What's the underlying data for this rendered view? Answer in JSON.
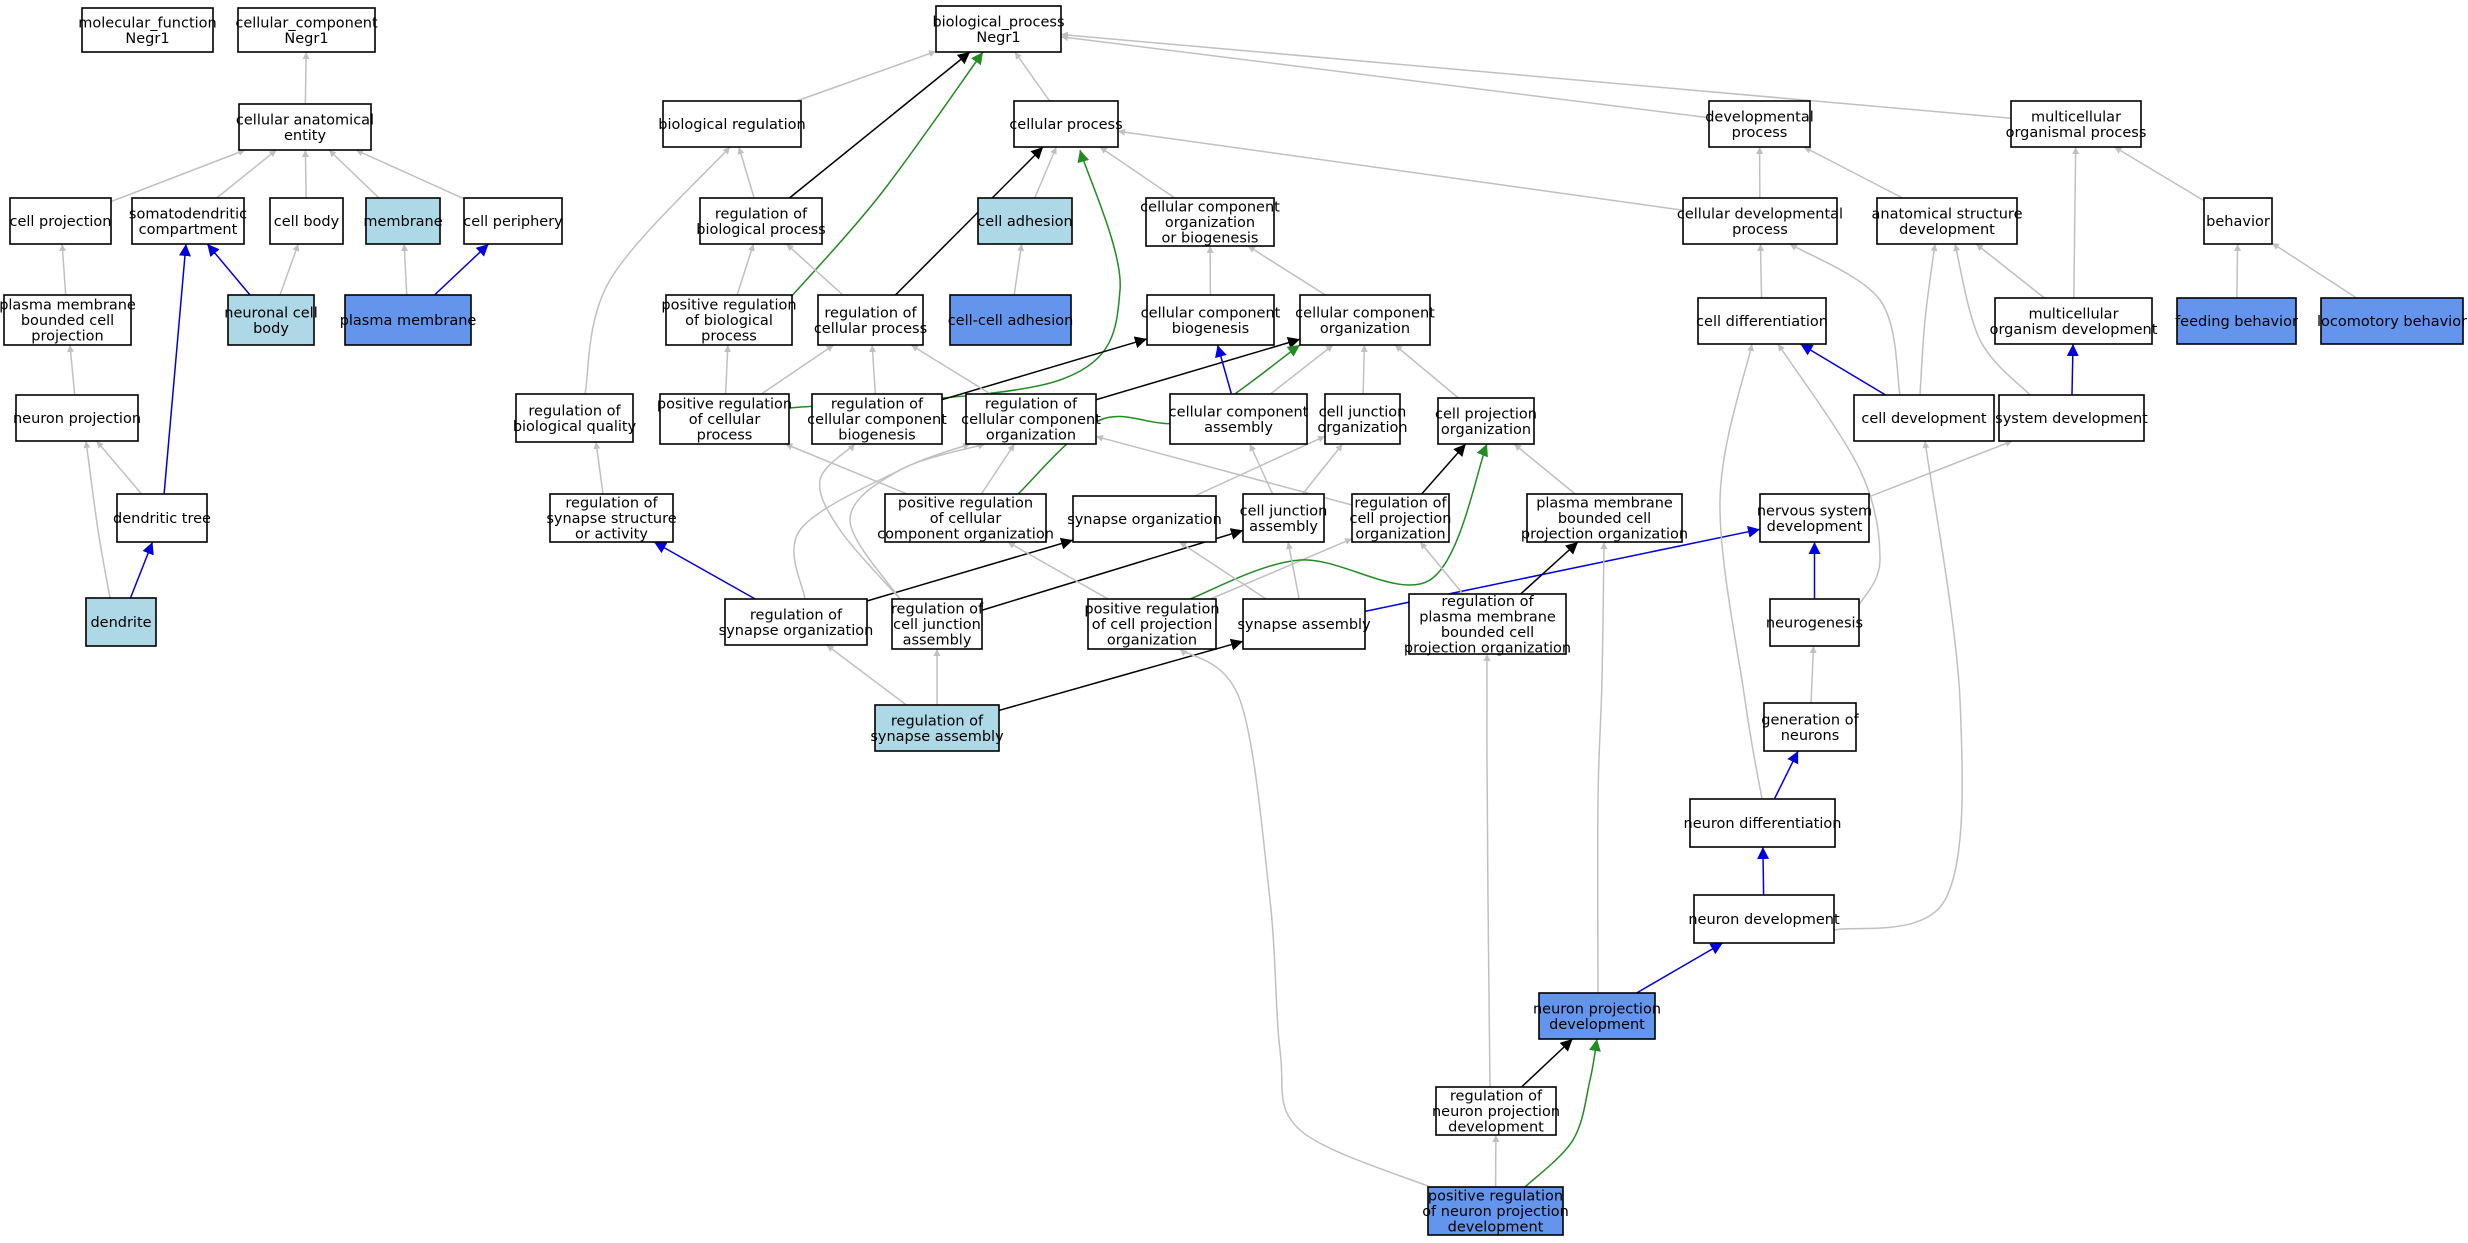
{
  "colors": {
    "gray": "#c0c0c0",
    "black": "#000000",
    "blue": "#0000dd",
    "green": "#228b22",
    "light": "#add8e6",
    "dark": "#6495ed",
    "white": "#ffffff"
  },
  "nodes": [
    {
      "id": "mf",
      "lines": [
        "molecular_function",
        "Negr1"
      ],
      "fill": "white"
    },
    {
      "id": "cc",
      "lines": [
        "cellular_component",
        "Negr1"
      ],
      "fill": "white"
    },
    {
      "id": "bp",
      "lines": [
        "biological_process",
        "Negr1"
      ],
      "fill": "white"
    },
    {
      "id": "cae",
      "lines": [
        "cellular anatomical",
        "entity"
      ],
      "fill": "white"
    },
    {
      "id": "cproj",
      "lines": [
        "cell projection"
      ],
      "fill": "white"
    },
    {
      "id": "somato",
      "lines": [
        "somatodendritic",
        "compartment"
      ],
      "fill": "white"
    },
    {
      "id": "cbody",
      "lines": [
        "cell body"
      ],
      "fill": "white"
    },
    {
      "id": "membrane",
      "lines": [
        "membrane"
      ],
      "fill": "light"
    },
    {
      "id": "cperiph",
      "lines": [
        "cell periphery"
      ],
      "fill": "white"
    },
    {
      "id": "pmbcp",
      "lines": [
        "plasma membrane",
        "bounded cell",
        "projection"
      ],
      "fill": "white"
    },
    {
      "id": "ncb",
      "lines": [
        "neuronal cell",
        "body"
      ],
      "fill": "light"
    },
    {
      "id": "pm",
      "lines": [
        "plasma membrane"
      ],
      "fill": "dark"
    },
    {
      "id": "nproj",
      "lines": [
        "neuron projection"
      ],
      "fill": "white"
    },
    {
      "id": "dtree",
      "lines": [
        "dendritic tree"
      ],
      "fill": "white"
    },
    {
      "id": "dendrite",
      "lines": [
        "dendrite"
      ],
      "fill": "light"
    },
    {
      "id": "breg",
      "lines": [
        "biological regulation"
      ],
      "fill": "white"
    },
    {
      "id": "cproc",
      "lines": [
        "cellular process"
      ],
      "fill": "white"
    },
    {
      "id": "devproc",
      "lines": [
        "developmental",
        "process"
      ],
      "fill": "white"
    },
    {
      "id": "mop",
      "lines": [
        "multicellular",
        "organismal process"
      ],
      "fill": "white"
    },
    {
      "id": "rbp",
      "lines": [
        "regulation of",
        "biological process"
      ],
      "fill": "white"
    },
    {
      "id": "cadh",
      "lines": [
        "cell adhesion"
      ],
      "fill": "light"
    },
    {
      "id": "ccob",
      "lines": [
        "cellular component",
        "organization",
        "or biogenesis"
      ],
      "fill": "white"
    },
    {
      "id": "cdp",
      "lines": [
        "cellular developmental",
        "process"
      ],
      "fill": "white"
    },
    {
      "id": "asd",
      "lines": [
        "anatomical structure",
        "development"
      ],
      "fill": "white"
    },
    {
      "id": "behavior",
      "lines": [
        "behavior"
      ],
      "fill": "white"
    },
    {
      "id": "prbp",
      "lines": [
        "positive regulation",
        "of biological",
        "process"
      ],
      "fill": "white"
    },
    {
      "id": "rcp",
      "lines": [
        "regulation of",
        "cellular process"
      ],
      "fill": "white"
    },
    {
      "id": "ccadh",
      "lines": [
        "cell-cell adhesion"
      ],
      "fill": "dark"
    },
    {
      "id": "ccb",
      "lines": [
        "cellular component",
        "biogenesis"
      ],
      "fill": "white"
    },
    {
      "id": "cco",
      "lines": [
        "cellular component",
        "organization"
      ],
      "fill": "white"
    },
    {
      "id": "cdiff",
      "lines": [
        "cell differentiation"
      ],
      "fill": "white"
    },
    {
      "id": "mod",
      "lines": [
        "multicellular",
        "organism development"
      ],
      "fill": "white"
    },
    {
      "id": "feed",
      "lines": [
        "feeding behavior"
      ],
      "fill": "dark"
    },
    {
      "id": "loco",
      "lines": [
        "locomotory behavior"
      ],
      "fill": "dark"
    },
    {
      "id": "rbq",
      "lines": [
        "regulation of",
        "biological quality"
      ],
      "fill": "white"
    },
    {
      "id": "prcp",
      "lines": [
        "positive regulation",
        "of cellular",
        "process"
      ],
      "fill": "white"
    },
    {
      "id": "rccb",
      "lines": [
        "regulation of",
        "cellular component",
        "biogenesis"
      ],
      "fill": "white"
    },
    {
      "id": "rcco",
      "lines": [
        "regulation of",
        "cellular component",
        "organization"
      ],
      "fill": "white"
    },
    {
      "id": "cca",
      "lines": [
        "cellular component",
        "assembly"
      ],
      "fill": "white"
    },
    {
      "id": "cjo",
      "lines": [
        "cell junction",
        "organization"
      ],
      "fill": "white"
    },
    {
      "id": "cpo",
      "lines": [
        "cell projection",
        "organization"
      ],
      "fill": "white"
    },
    {
      "id": "cdev",
      "lines": [
        "cell development"
      ],
      "fill": "white"
    },
    {
      "id": "sysdev",
      "lines": [
        "system development"
      ],
      "fill": "white"
    },
    {
      "id": "rssa",
      "lines": [
        "regulation of",
        "synapse structure",
        "or activity"
      ],
      "fill": "white"
    },
    {
      "id": "prcco",
      "lines": [
        "positive regulation",
        "of cellular",
        "component organization"
      ],
      "fill": "white"
    },
    {
      "id": "so",
      "lines": [
        "synapse organization"
      ],
      "fill": "white"
    },
    {
      "id": "cja",
      "lines": [
        "cell junction",
        "assembly"
      ],
      "fill": "white"
    },
    {
      "id": "rcpo",
      "lines": [
        "regulation of",
        "cell projection",
        "organization"
      ],
      "fill": "white"
    },
    {
      "id": "pmbcpo",
      "lines": [
        "plasma membrane",
        "bounded cell",
        "projection organization"
      ],
      "fill": "white"
    },
    {
      "id": "nsd",
      "lines": [
        "nervous system",
        "development"
      ],
      "fill": "white"
    },
    {
      "id": "rso",
      "lines": [
        "regulation of",
        "synapse organization"
      ],
      "fill": "white"
    },
    {
      "id": "rcja",
      "lines": [
        "regulation of",
        "cell junction",
        "assembly"
      ],
      "fill": "white"
    },
    {
      "id": "prcpo",
      "lines": [
        "positive regulation",
        "of cell projection",
        "organization"
      ],
      "fill": "white"
    },
    {
      "id": "sa",
      "lines": [
        "synapse assembly"
      ],
      "fill": "white"
    },
    {
      "id": "rpmbcpo",
      "lines": [
        "regulation of",
        "plasma membrane",
        "bounded cell",
        "projection organization"
      ],
      "fill": "white"
    },
    {
      "id": "neurog",
      "lines": [
        "neurogenesis"
      ],
      "fill": "white"
    },
    {
      "id": "rsa",
      "lines": [
        "regulation of",
        "synapse assembly"
      ],
      "fill": "light"
    },
    {
      "id": "gon",
      "lines": [
        "generation of",
        "neurons"
      ],
      "fill": "white"
    },
    {
      "id": "ndiff",
      "lines": [
        "neuron differentiation"
      ],
      "fill": "white"
    },
    {
      "id": "ndev",
      "lines": [
        "neuron development"
      ],
      "fill": "white"
    },
    {
      "id": "npd",
      "lines": [
        "neuron projection",
        "development"
      ],
      "fill": "dark"
    },
    {
      "id": "rnpd",
      "lines": [
        "regulation of",
        "neuron projection",
        "development"
      ],
      "fill": "white"
    },
    {
      "id": "prnpd",
      "lines": [
        "positive regulation",
        "of neuron projection",
        "development"
      ],
      "fill": "dark"
    }
  ],
  "edges": [
    {
      "from": "cae",
      "to": "cc",
      "color": "gray"
    },
    {
      "from": "cproj",
      "to": "cae",
      "color": "gray"
    },
    {
      "from": "somato",
      "to": "cae",
      "color": "gray"
    },
    {
      "from": "cbody",
      "to": "cae",
      "color": "gray"
    },
    {
      "from": "membrane",
      "to": "cae",
      "color": "gray"
    },
    {
      "from": "cperiph",
      "to": "cae",
      "color": "gray"
    },
    {
      "from": "pmbcp",
      "to": "cproj",
      "color": "gray"
    },
    {
      "from": "ncb",
      "to": "somato",
      "color": "blue"
    },
    {
      "from": "ncb",
      "to": "cbody",
      "color": "gray"
    },
    {
      "from": "pm",
      "to": "membrane",
      "color": "gray"
    },
    {
      "from": "pm",
      "to": "cperiph",
      "color": "blue"
    },
    {
      "from": "nproj",
      "to": "pmbcp",
      "color": "gray"
    },
    {
      "from": "dtree",
      "to": "nproj",
      "color": "gray"
    },
    {
      "from": "dtree",
      "to": "somato",
      "color": "blue"
    },
    {
      "from": "dendrite",
      "to": "dtree",
      "color": "blue"
    },
    {
      "from": "dendrite",
      "to": "nproj",
      "color": "gray"
    },
    {
      "from": "breg",
      "to": "bp",
      "color": "gray"
    },
    {
      "from": "cproc",
      "to": "bp",
      "color": "gray"
    },
    {
      "from": "devproc",
      "to": "bp",
      "color": "gray"
    },
    {
      "from": "mop",
      "to": "bp",
      "color": "gray"
    },
    {
      "from": "rbp",
      "to": "breg",
      "color": "gray"
    },
    {
      "from": "rbp",
      "to": "bp",
      "color": "black"
    },
    {
      "from": "prbp",
      "to": "rbp",
      "color": "gray"
    },
    {
      "from": "prbp",
      "to": "bp",
      "color": "green"
    },
    {
      "from": "cadh",
      "to": "cproc",
      "color": "gray"
    },
    {
      "from": "ccadh",
      "to": "cadh",
      "color": "gray"
    },
    {
      "from": "ccob",
      "to": "cproc",
      "color": "gray"
    },
    {
      "from": "cdp",
      "to": "cproc",
      "color": "gray"
    },
    {
      "from": "cdp",
      "to": "devproc",
      "color": "gray"
    },
    {
      "from": "asd",
      "to": "devproc",
      "color": "gray"
    },
    {
      "from": "behavior",
      "to": "mop",
      "color": "gray"
    },
    {
      "from": "rcp",
      "to": "rbp",
      "color": "gray"
    },
    {
      "from": "rcp",
      "to": "cproc",
      "color": "black"
    },
    {
      "from": "ccb",
      "to": "ccob",
      "color": "gray"
    },
    {
      "from": "cco",
      "to": "ccob",
      "color": "gray"
    },
    {
      "from": "cdiff",
      "to": "cdp",
      "color": "gray"
    },
    {
      "from": "mod",
      "to": "asd",
      "color": "gray"
    },
    {
      "from": "mod",
      "to": "mop",
      "color": "gray"
    },
    {
      "from": "feed",
      "to": "behavior",
      "color": "gray"
    },
    {
      "from": "loco",
      "to": "behavior",
      "color": "gray"
    },
    {
      "from": "rbq",
      "to": "breg",
      "color": "gray"
    },
    {
      "from": "prcp",
      "to": "prbp",
      "color": "gray"
    },
    {
      "from": "prcp",
      "to": "rcp",
      "color": "gray"
    },
    {
      "from": "prcp",
      "to": "cproc",
      "color": "green"
    },
    {
      "from": "rccb",
      "to": "rcp",
      "color": "gray"
    },
    {
      "from": "rccb",
      "to": "ccb",
      "color": "black"
    },
    {
      "from": "rcco",
      "to": "rcp",
      "color": "gray"
    },
    {
      "from": "rcco",
      "to": "cco",
      "color": "black"
    },
    {
      "from": "cca",
      "to": "ccb",
      "color": "blue"
    },
    {
      "from": "cca",
      "to": "cco",
      "color": "gray"
    },
    {
      "from": "cjo",
      "to": "cco",
      "color": "gray"
    },
    {
      "from": "cpo",
      "to": "cco",
      "color": "gray"
    },
    {
      "from": "cdev",
      "to": "cdiff",
      "color": "blue"
    },
    {
      "from": "cdev",
      "to": "cdp",
      "color": "gray"
    },
    {
      "from": "cdev",
      "to": "asd",
      "color": "gray"
    },
    {
      "from": "sysdev",
      "to": "mod",
      "color": "blue"
    },
    {
      "from": "sysdev",
      "to": "asd",
      "color": "gray"
    },
    {
      "from": "rssa",
      "to": "rbq",
      "color": "gray"
    },
    {
      "from": "prcco",
      "to": "prcp",
      "color": "gray"
    },
    {
      "from": "prcco",
      "to": "rcco",
      "color": "gray"
    },
    {
      "from": "prcco",
      "to": "cco",
      "color": "green"
    },
    {
      "from": "so",
      "to": "cjo",
      "color": "gray"
    },
    {
      "from": "cja",
      "to": "cca",
      "color": "gray"
    },
    {
      "from": "cja",
      "to": "cjo",
      "color": "gray"
    },
    {
      "from": "rcpo",
      "to": "rcco",
      "color": "gray"
    },
    {
      "from": "rcpo",
      "to": "cpo",
      "color": "black"
    },
    {
      "from": "pmbcpo",
      "to": "cpo",
      "color": "gray"
    },
    {
      "from": "nsd",
      "to": "sysdev",
      "color": "gray"
    },
    {
      "from": "rso",
      "to": "rssa",
      "color": "blue"
    },
    {
      "from": "rso",
      "to": "so",
      "color": "black"
    },
    {
      "from": "rso",
      "to": "rcco",
      "color": "gray"
    },
    {
      "from": "rcja",
      "to": "cja",
      "color": "black"
    },
    {
      "from": "rcja",
      "to": "rcco",
      "color": "gray"
    },
    {
      "from": "rcja",
      "to": "rccb",
      "color": "gray"
    },
    {
      "from": "prcpo",
      "to": "prcco",
      "color": "gray"
    },
    {
      "from": "prcpo",
      "to": "rcpo",
      "color": "gray"
    },
    {
      "from": "prcpo",
      "to": "cpo",
      "color": "green"
    },
    {
      "from": "sa",
      "to": "so",
      "color": "gray"
    },
    {
      "from": "sa",
      "to": "cja",
      "color": "gray"
    },
    {
      "from": "sa",
      "to": "nsd",
      "color": "blue"
    },
    {
      "from": "rpmbcpo",
      "to": "pmbcpo",
      "color": "black"
    },
    {
      "from": "rpmbcpo",
      "to": "rcpo",
      "color": "gray"
    },
    {
      "from": "neurog",
      "to": "nsd",
      "color": "blue"
    },
    {
      "from": "neurog",
      "to": "cdiff",
      "color": "gray"
    },
    {
      "from": "rsa",
      "to": "rso",
      "color": "gray"
    },
    {
      "from": "rsa",
      "to": "rcja",
      "color": "gray"
    },
    {
      "from": "rsa",
      "to": "sa",
      "color": "black"
    },
    {
      "from": "gon",
      "to": "neurog",
      "color": "gray"
    },
    {
      "from": "ndiff",
      "to": "gon",
      "color": "blue"
    },
    {
      "from": "ndiff",
      "to": "cdiff",
      "color": "gray"
    },
    {
      "from": "ndev",
      "to": "ndiff",
      "color": "blue"
    },
    {
      "from": "ndev",
      "to": "cdev",
      "color": "gray"
    },
    {
      "from": "npd",
      "to": "ndev",
      "color": "blue"
    },
    {
      "from": "npd",
      "to": "pmbcpo",
      "color": "gray"
    },
    {
      "from": "rnpd",
      "to": "npd",
      "color": "black"
    },
    {
      "from": "rnpd",
      "to": "rpmbcpo",
      "color": "gray"
    },
    {
      "from": "prnpd",
      "to": "rnpd",
      "color": "gray"
    },
    {
      "from": "prnpd",
      "to": "npd",
      "color": "green"
    },
    {
      "from": "prnpd",
      "to": "prcpo",
      "color": "gray"
    }
  ]
}
